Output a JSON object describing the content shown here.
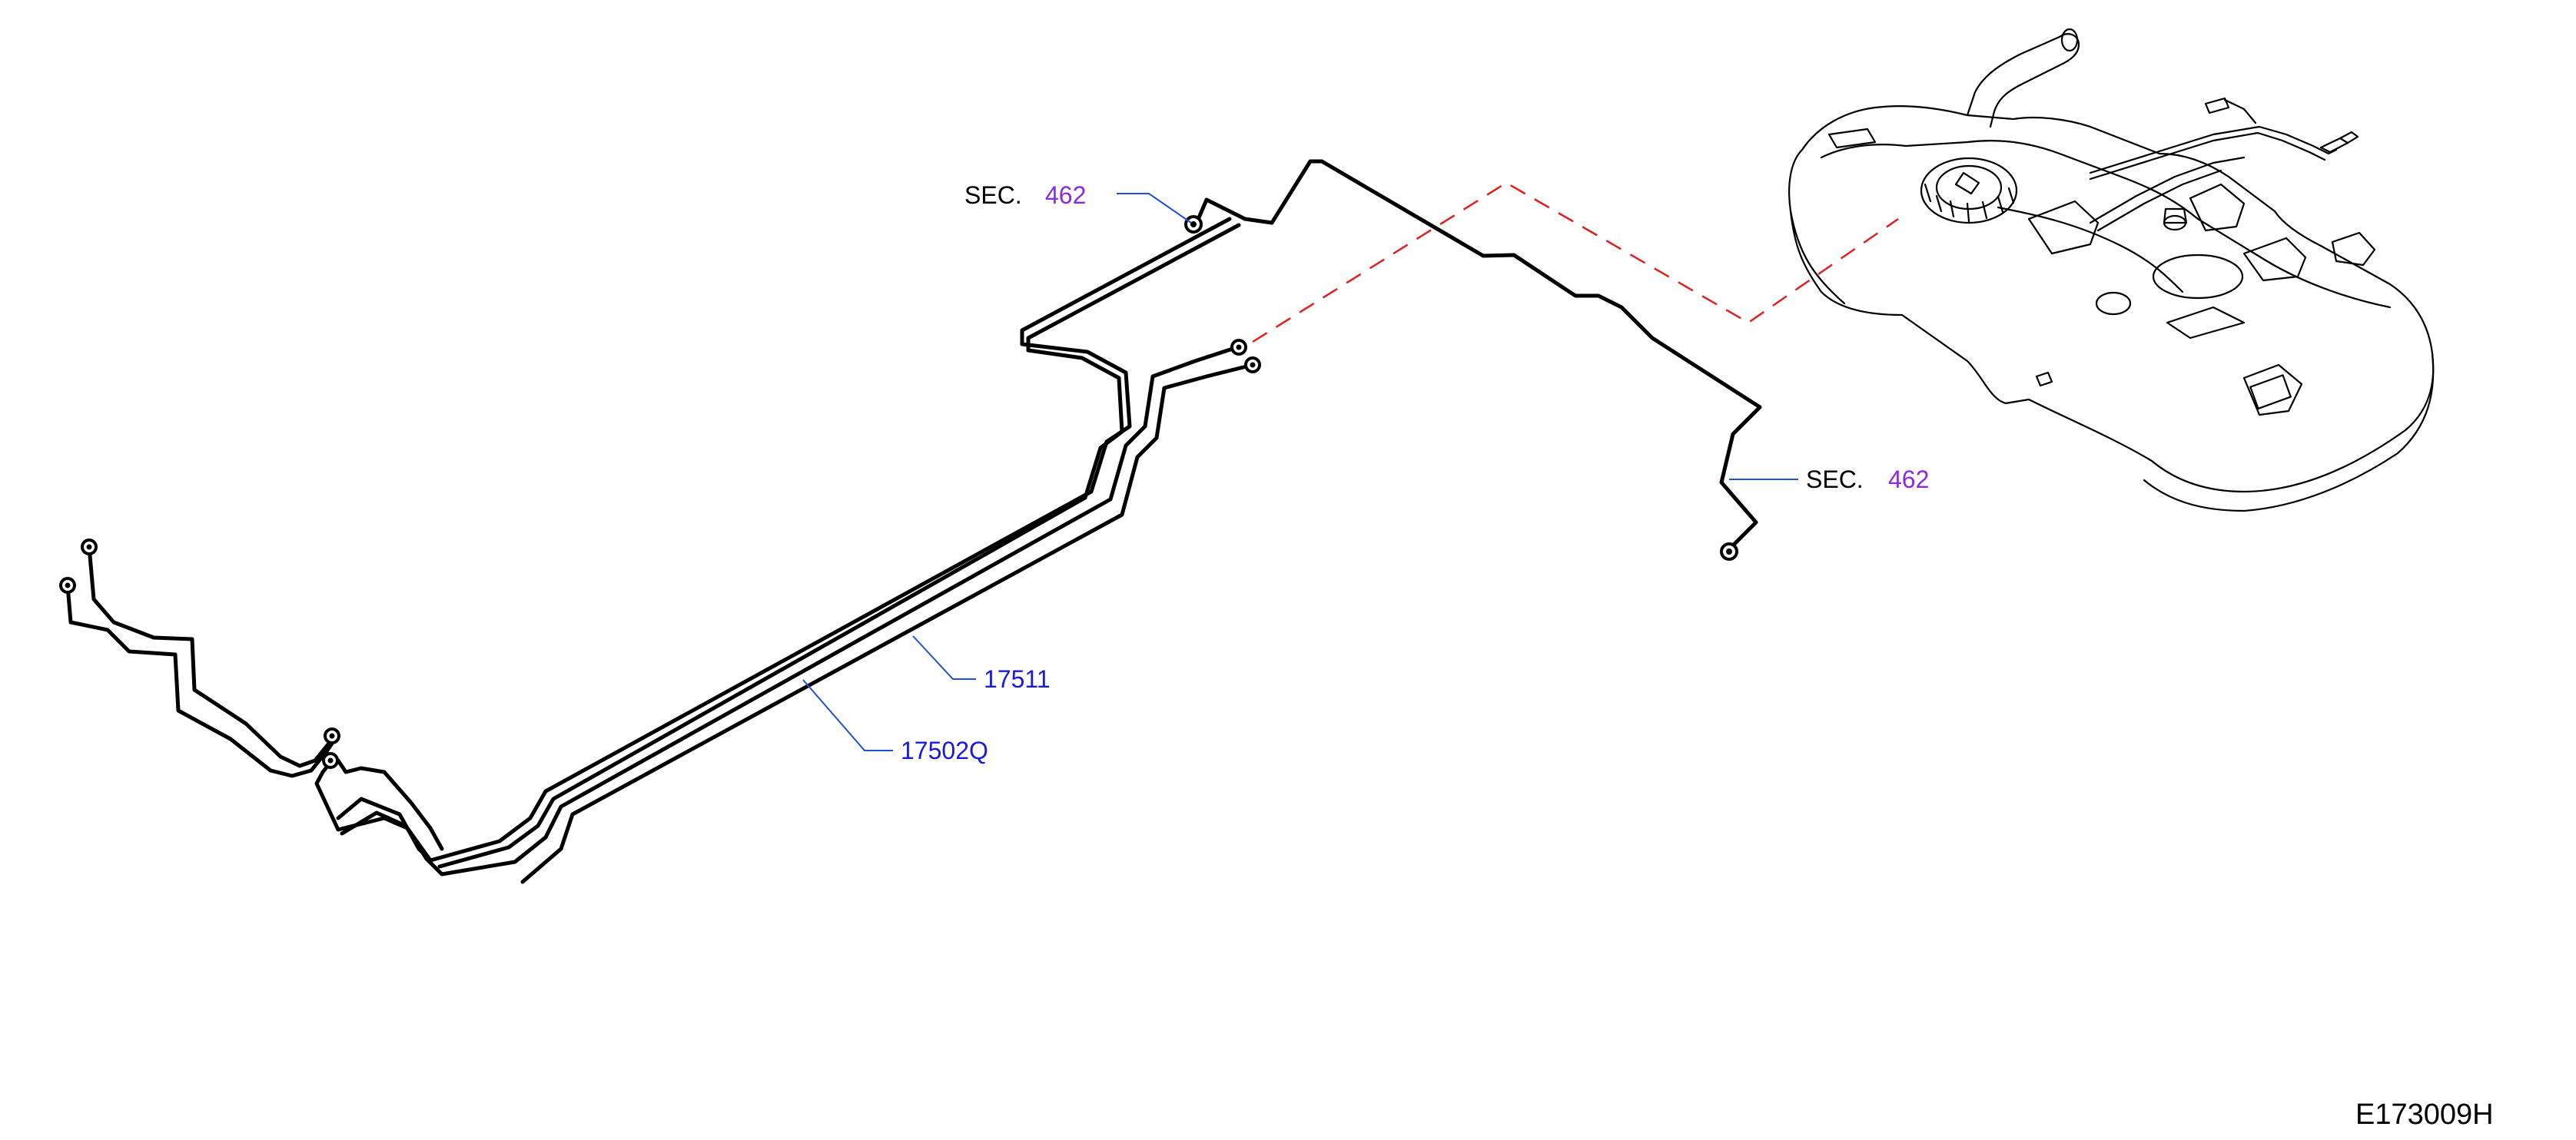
{
  "colors": {
    "part_number": "#1a1adb",
    "section_number": "#8a2be2",
    "leader_line": "#1f4fd6",
    "reference_dash": "#e02020",
    "line_art": "#000000"
  },
  "callouts": {
    "sec_upper": {
      "prefix": "SEC.",
      "number": "462"
    },
    "sec_right": {
      "prefix": "SEC.",
      "number": "462"
    },
    "part_17511": {
      "number": "17511"
    },
    "part_17502q": {
      "number": "17502Q"
    }
  },
  "figure_id": "E173009H"
}
